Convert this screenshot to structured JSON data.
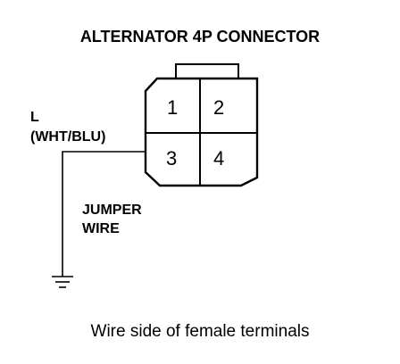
{
  "title": "ALTERNATOR 4P CONNECTOR",
  "wire": {
    "terminal": "L",
    "color_code": "(WHT/BLU)"
  },
  "jumper": {
    "line1": "JUMPER",
    "line2": "WIRE"
  },
  "pins": [
    "1",
    "2",
    "3",
    "4"
  ],
  "caption": "Wire side of female terminals"
}
